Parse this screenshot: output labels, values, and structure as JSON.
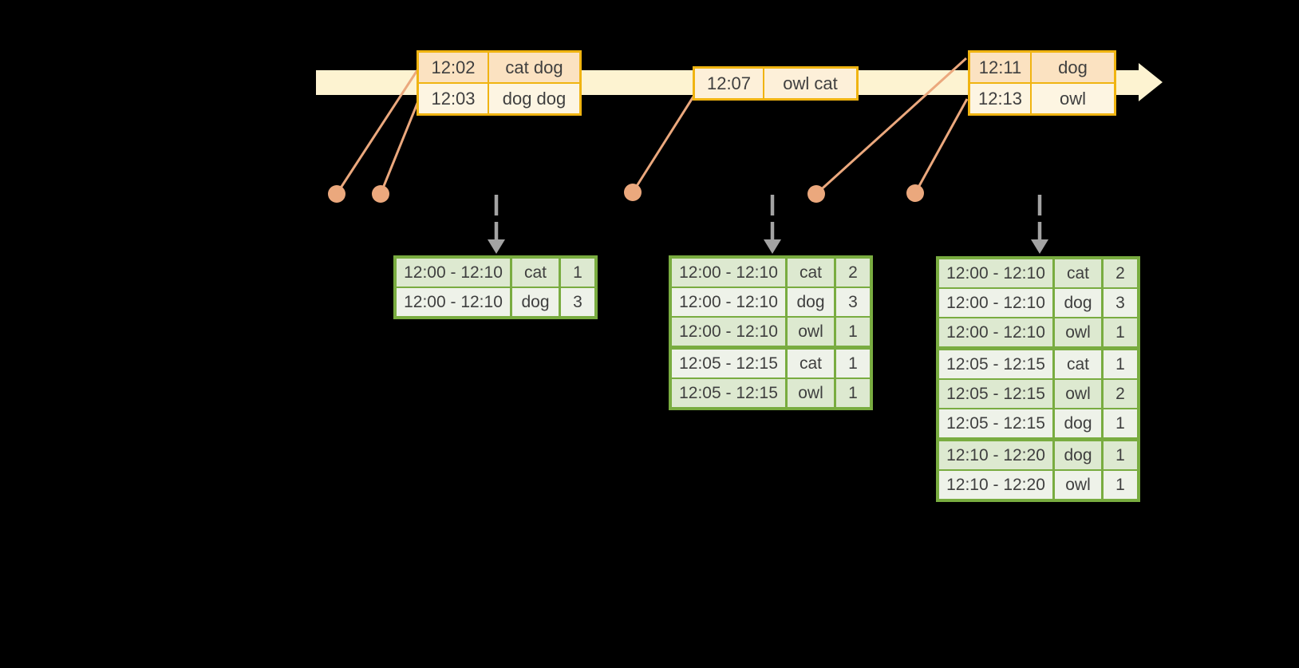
{
  "colors": {
    "background": "#000000",
    "timeline_fill": "#fdf3d1",
    "event_border": "#f0b411",
    "event_row_peach": "#fbe2c1",
    "event_row_cream": "#fdf5e2",
    "event_row_light": "#fdf0d9",
    "connector_orange": "#eba87d",
    "trigger_gray": "#a3a3a3",
    "result_border": "#79ac40",
    "result_row_dark": "#dde9d0",
    "result_row_light": "#eef2e9",
    "text": "#3f3f3f"
  },
  "icons": {
    "timeline_arrow": "right-arrow-band",
    "trigger_arrow": "dashed-down-arrow",
    "event_marker": "filled-circle"
  },
  "event_tables": [
    {
      "rows": [
        {
          "time": "12:02",
          "words": "cat dog",
          "tint": "peach"
        },
        {
          "time": "12:03",
          "words": "dog dog",
          "tint": "cream"
        }
      ]
    },
    {
      "rows": [
        {
          "time": "12:07",
          "words": "owl cat",
          "tint": "light"
        }
      ]
    },
    {
      "rows": [
        {
          "time": "12:11",
          "words": "dog",
          "tint": "peach"
        },
        {
          "time": "12:13",
          "words": "owl",
          "tint": "cream"
        }
      ]
    }
  ],
  "result_tables": [
    {
      "group_breaks": [],
      "rows": [
        {
          "window": "12:00 - 12:10",
          "word": "cat",
          "count": "1"
        },
        {
          "window": "12:00 - 12:10",
          "word": "dog",
          "count": "3"
        }
      ]
    },
    {
      "group_breaks": [
        3
      ],
      "rows": [
        {
          "window": "12:00 - 12:10",
          "word": "cat",
          "count": "2"
        },
        {
          "window": "12:00 - 12:10",
          "word": "dog",
          "count": "3"
        },
        {
          "window": "12:00 - 12:10",
          "word": "owl",
          "count": "1"
        },
        {
          "window": "12:05 - 12:15",
          "word": "cat",
          "count": "1"
        },
        {
          "window": "12:05 - 12:15",
          "word": "owl",
          "count": "1"
        }
      ]
    },
    {
      "group_breaks": [
        3,
        6
      ],
      "rows": [
        {
          "window": "12:00 - 12:10",
          "word": "cat",
          "count": "2"
        },
        {
          "window": "12:00 - 12:10",
          "word": "dog",
          "count": "3"
        },
        {
          "window": "12:00 - 12:10",
          "word": "owl",
          "count": "1"
        },
        {
          "window": "12:05 - 12:15",
          "word": "cat",
          "count": "1"
        },
        {
          "window": "12:05 - 12:15",
          "word": "owl",
          "count": "2"
        },
        {
          "window": "12:05 - 12:15",
          "word": "dog",
          "count": "1"
        },
        {
          "window": "12:10 - 12:20",
          "word": "dog",
          "count": "1"
        },
        {
          "window": "12:10 - 12:20",
          "word": "owl",
          "count": "1"
        }
      ]
    }
  ]
}
